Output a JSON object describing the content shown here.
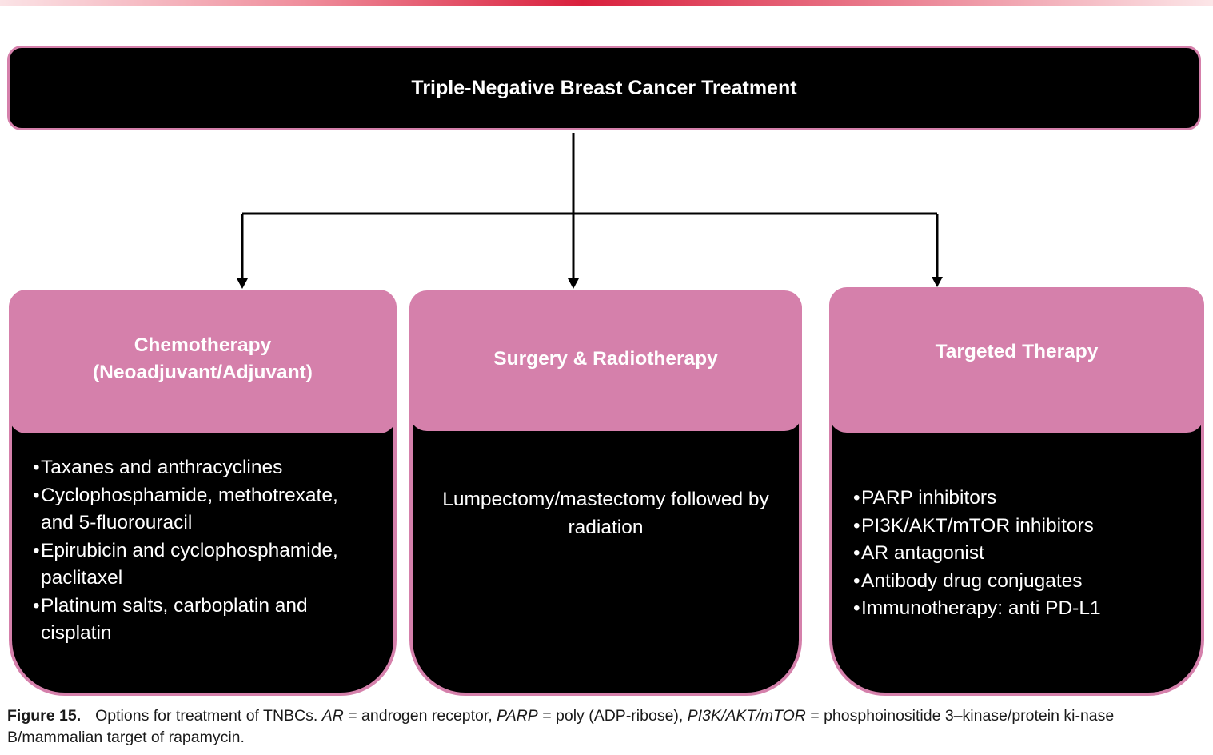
{
  "title": "Triple-Negative Breast Cancer Treatment",
  "branches": [
    {
      "heading_line1": "Chemotherapy",
      "heading_line2": "(Neoadjuvant/Adjuvant)",
      "items": [
        "Taxanes and anthracyclines",
        "Cyclophosphamide, methotrexate, and 5-fluorouracil",
        "Epirubicin and cyclophosphamide, paclitaxel",
        "Platinum salts, carboplatin and cisplatin"
      ]
    },
    {
      "heading": "Surgery & Radiotherapy",
      "text": "Lumpectomy/mastectomy followed by radiation"
    },
    {
      "heading": "Targeted Therapy",
      "items": [
        "PARP inhibitors",
        "PI3K/AKT/mTOR inhibitors",
        "AR antagonist",
        "Antibody drug conjugates",
        "Immunotherapy: anti  PD-L1"
      ]
    }
  ],
  "caption": {
    "label": "Figure 15.",
    "text1": "Options for treatment of TNBCs. ",
    "abbr1": "AR",
    "text2": " = androgen receptor, ",
    "abbr2": "PARP",
    "text3": " = poly (ADP-ribose), ",
    "abbr3": "PI3K/AKT/mTOR",
    "text4": " = phosphoinositide 3–kinase/protein ki-nase B/mammalian target of rapamycin."
  },
  "colors": {
    "accent_pink": "#d580ab",
    "box_fill": "#000000",
    "banner_red": "#d9203d"
  }
}
